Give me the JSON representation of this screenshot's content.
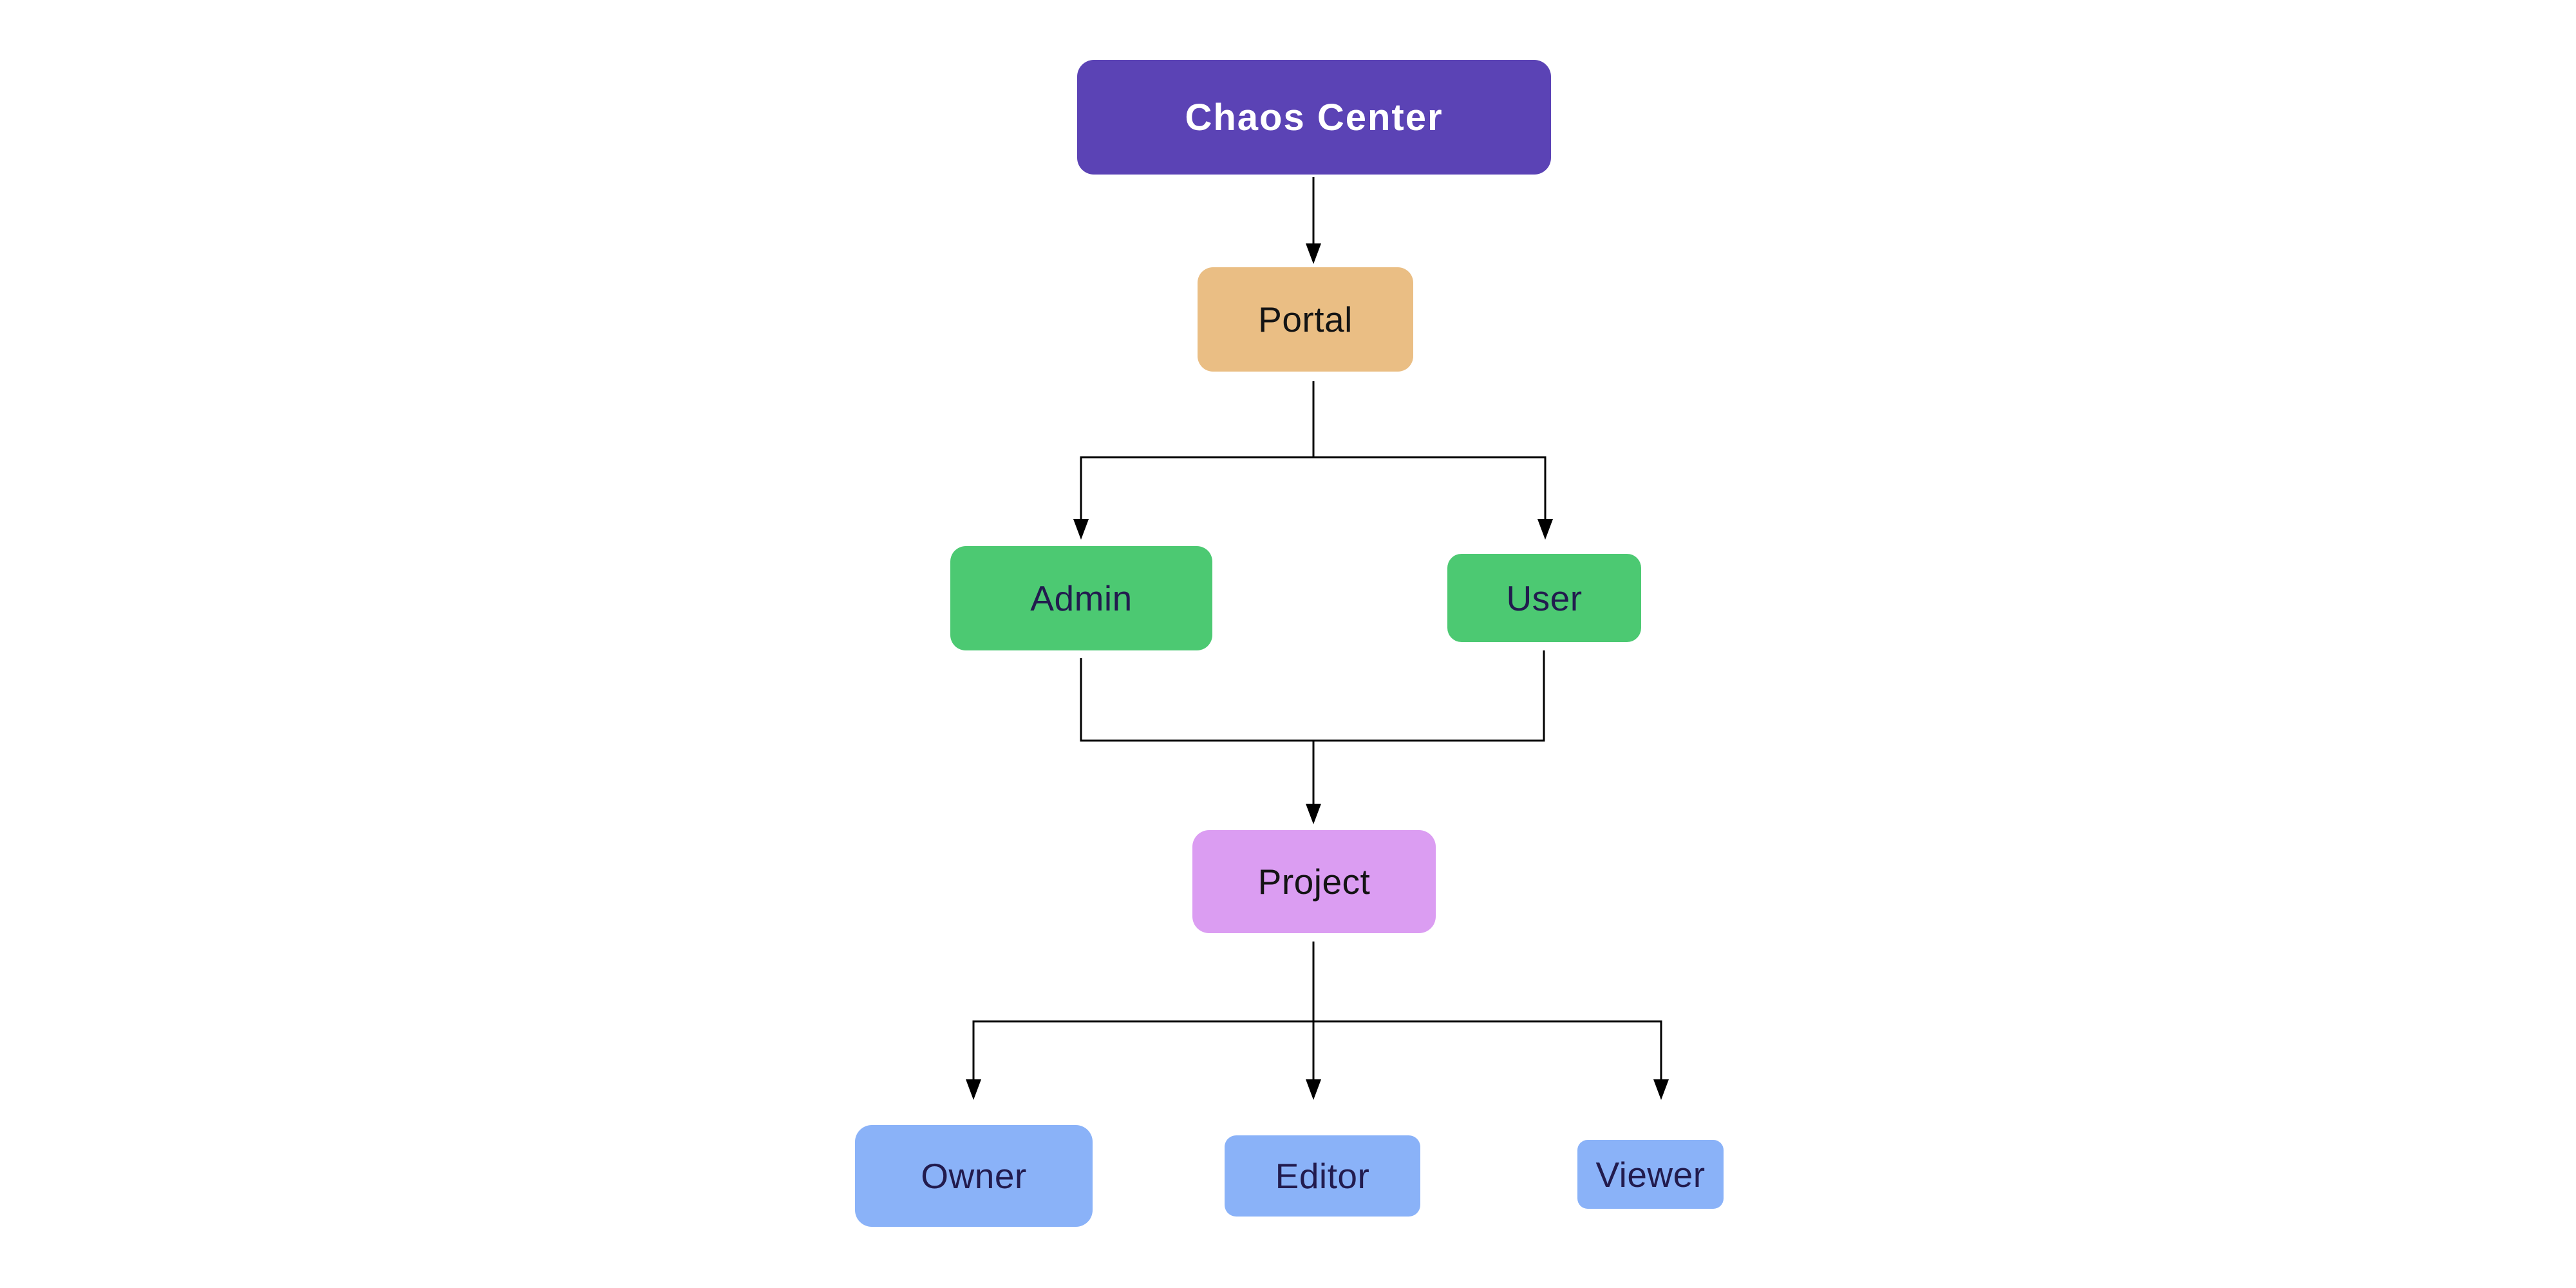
{
  "canvas": {
    "background": "#FFFFFF",
    "line_color": "#000000"
  },
  "nodes": {
    "chaos_center": {
      "label": "Chaos Center",
      "fill": "#5B43B5",
      "text_color": "#FFFFFF"
    },
    "portal": {
      "label": "Portal",
      "fill": "#EABE84",
      "text_color": "#141414"
    },
    "admin": {
      "label": "Admin",
      "fill": "#4CC972",
      "text_color": "#221B4E"
    },
    "user": {
      "label": "User",
      "fill": "#4CC972",
      "text_color": "#221B4E"
    },
    "project": {
      "label": "Project",
      "fill": "#DB9DF2",
      "text_color": "#141414"
    },
    "owner": {
      "label": "Owner",
      "fill": "#8AB2F8",
      "text_color": "#221B4E"
    },
    "editor": {
      "label": "Editor",
      "fill": "#8AB2F8",
      "text_color": "#221B4E"
    },
    "viewer": {
      "label": "Viewer",
      "fill": "#8AB2F8",
      "text_color": "#221B4E"
    }
  },
  "edges": [
    {
      "from": "Chaos Center",
      "to": "Portal"
    },
    {
      "from": "Portal",
      "to": "Admin"
    },
    {
      "from": "Portal",
      "to": "User"
    },
    {
      "from": "Admin",
      "to": "Project"
    },
    {
      "from": "User",
      "to": "Project"
    },
    {
      "from": "Project",
      "to": "Owner"
    },
    {
      "from": "Project",
      "to": "Editor"
    },
    {
      "from": "Project",
      "to": "Viewer"
    }
  ]
}
